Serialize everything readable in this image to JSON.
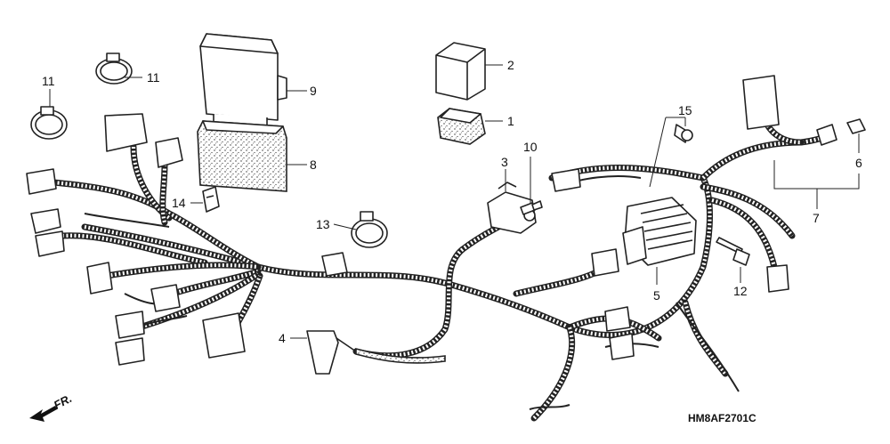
{
  "parts": [
    {
      "ref": "1"
    },
    {
      "ref": "2"
    },
    {
      "ref": "3"
    },
    {
      "ref": "4"
    },
    {
      "ref": "5"
    },
    {
      "ref": "6"
    },
    {
      "ref": "7"
    },
    {
      "ref": "8"
    },
    {
      "ref": "9"
    },
    {
      "ref": "10"
    },
    {
      "ref": "11a",
      "label": "11"
    },
    {
      "ref": "11b",
      "label": "11"
    },
    {
      "ref": "12"
    },
    {
      "ref": "13"
    },
    {
      "ref": "14"
    },
    {
      "ref": "15"
    }
  ],
  "labels": {
    "p1": "1",
    "p2": "2",
    "p3": "3",
    "p4": "4",
    "p5": "5",
    "p6": "6",
    "p7": "7",
    "p8": "8",
    "p9": "9",
    "p10": "10",
    "p11a": "11",
    "p11b": "11",
    "p12": "12",
    "p13": "13",
    "p14": "14",
    "p15": "15"
  },
  "diagram_code": "HM8AF2701C",
  "front_marker": "FR.",
  "icons": [
    "front-arrow-icon"
  ]
}
